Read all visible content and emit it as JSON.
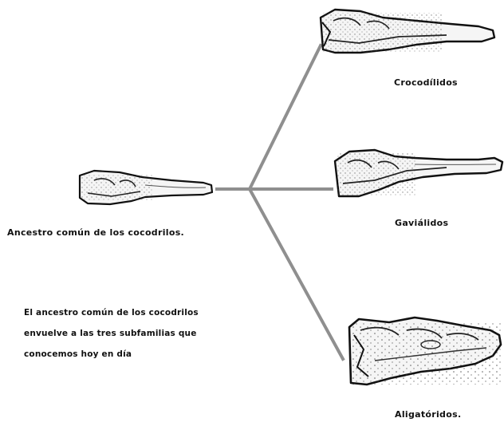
{
  "labels": {
    "ancestor": "Ancestro común de los cocodrilos.",
    "crocodylids": "Crocodílidos",
    "gavialids": "Gaviálidos",
    "alligatorids": "Aligatóridos."
  },
  "caption": {
    "lines": [
      "El ancestro común de los cocodrilos",
      "envuelve a las tres subfamilias que",
      "conocemos hoy en día"
    ]
  },
  "colors": {
    "ink": "#111111",
    "branch": "#8f8f8f",
    "skull_fill": "#f5f5f5"
  },
  "icons": {
    "ancestor_skull": "ancestor-skull-drawing",
    "crocodylid_skull": "crocodylid-skull-drawing",
    "gavialid_skull": "gavialid-skull-drawing",
    "alligatorid_skull": "alligatorid-skull-drawing"
  }
}
